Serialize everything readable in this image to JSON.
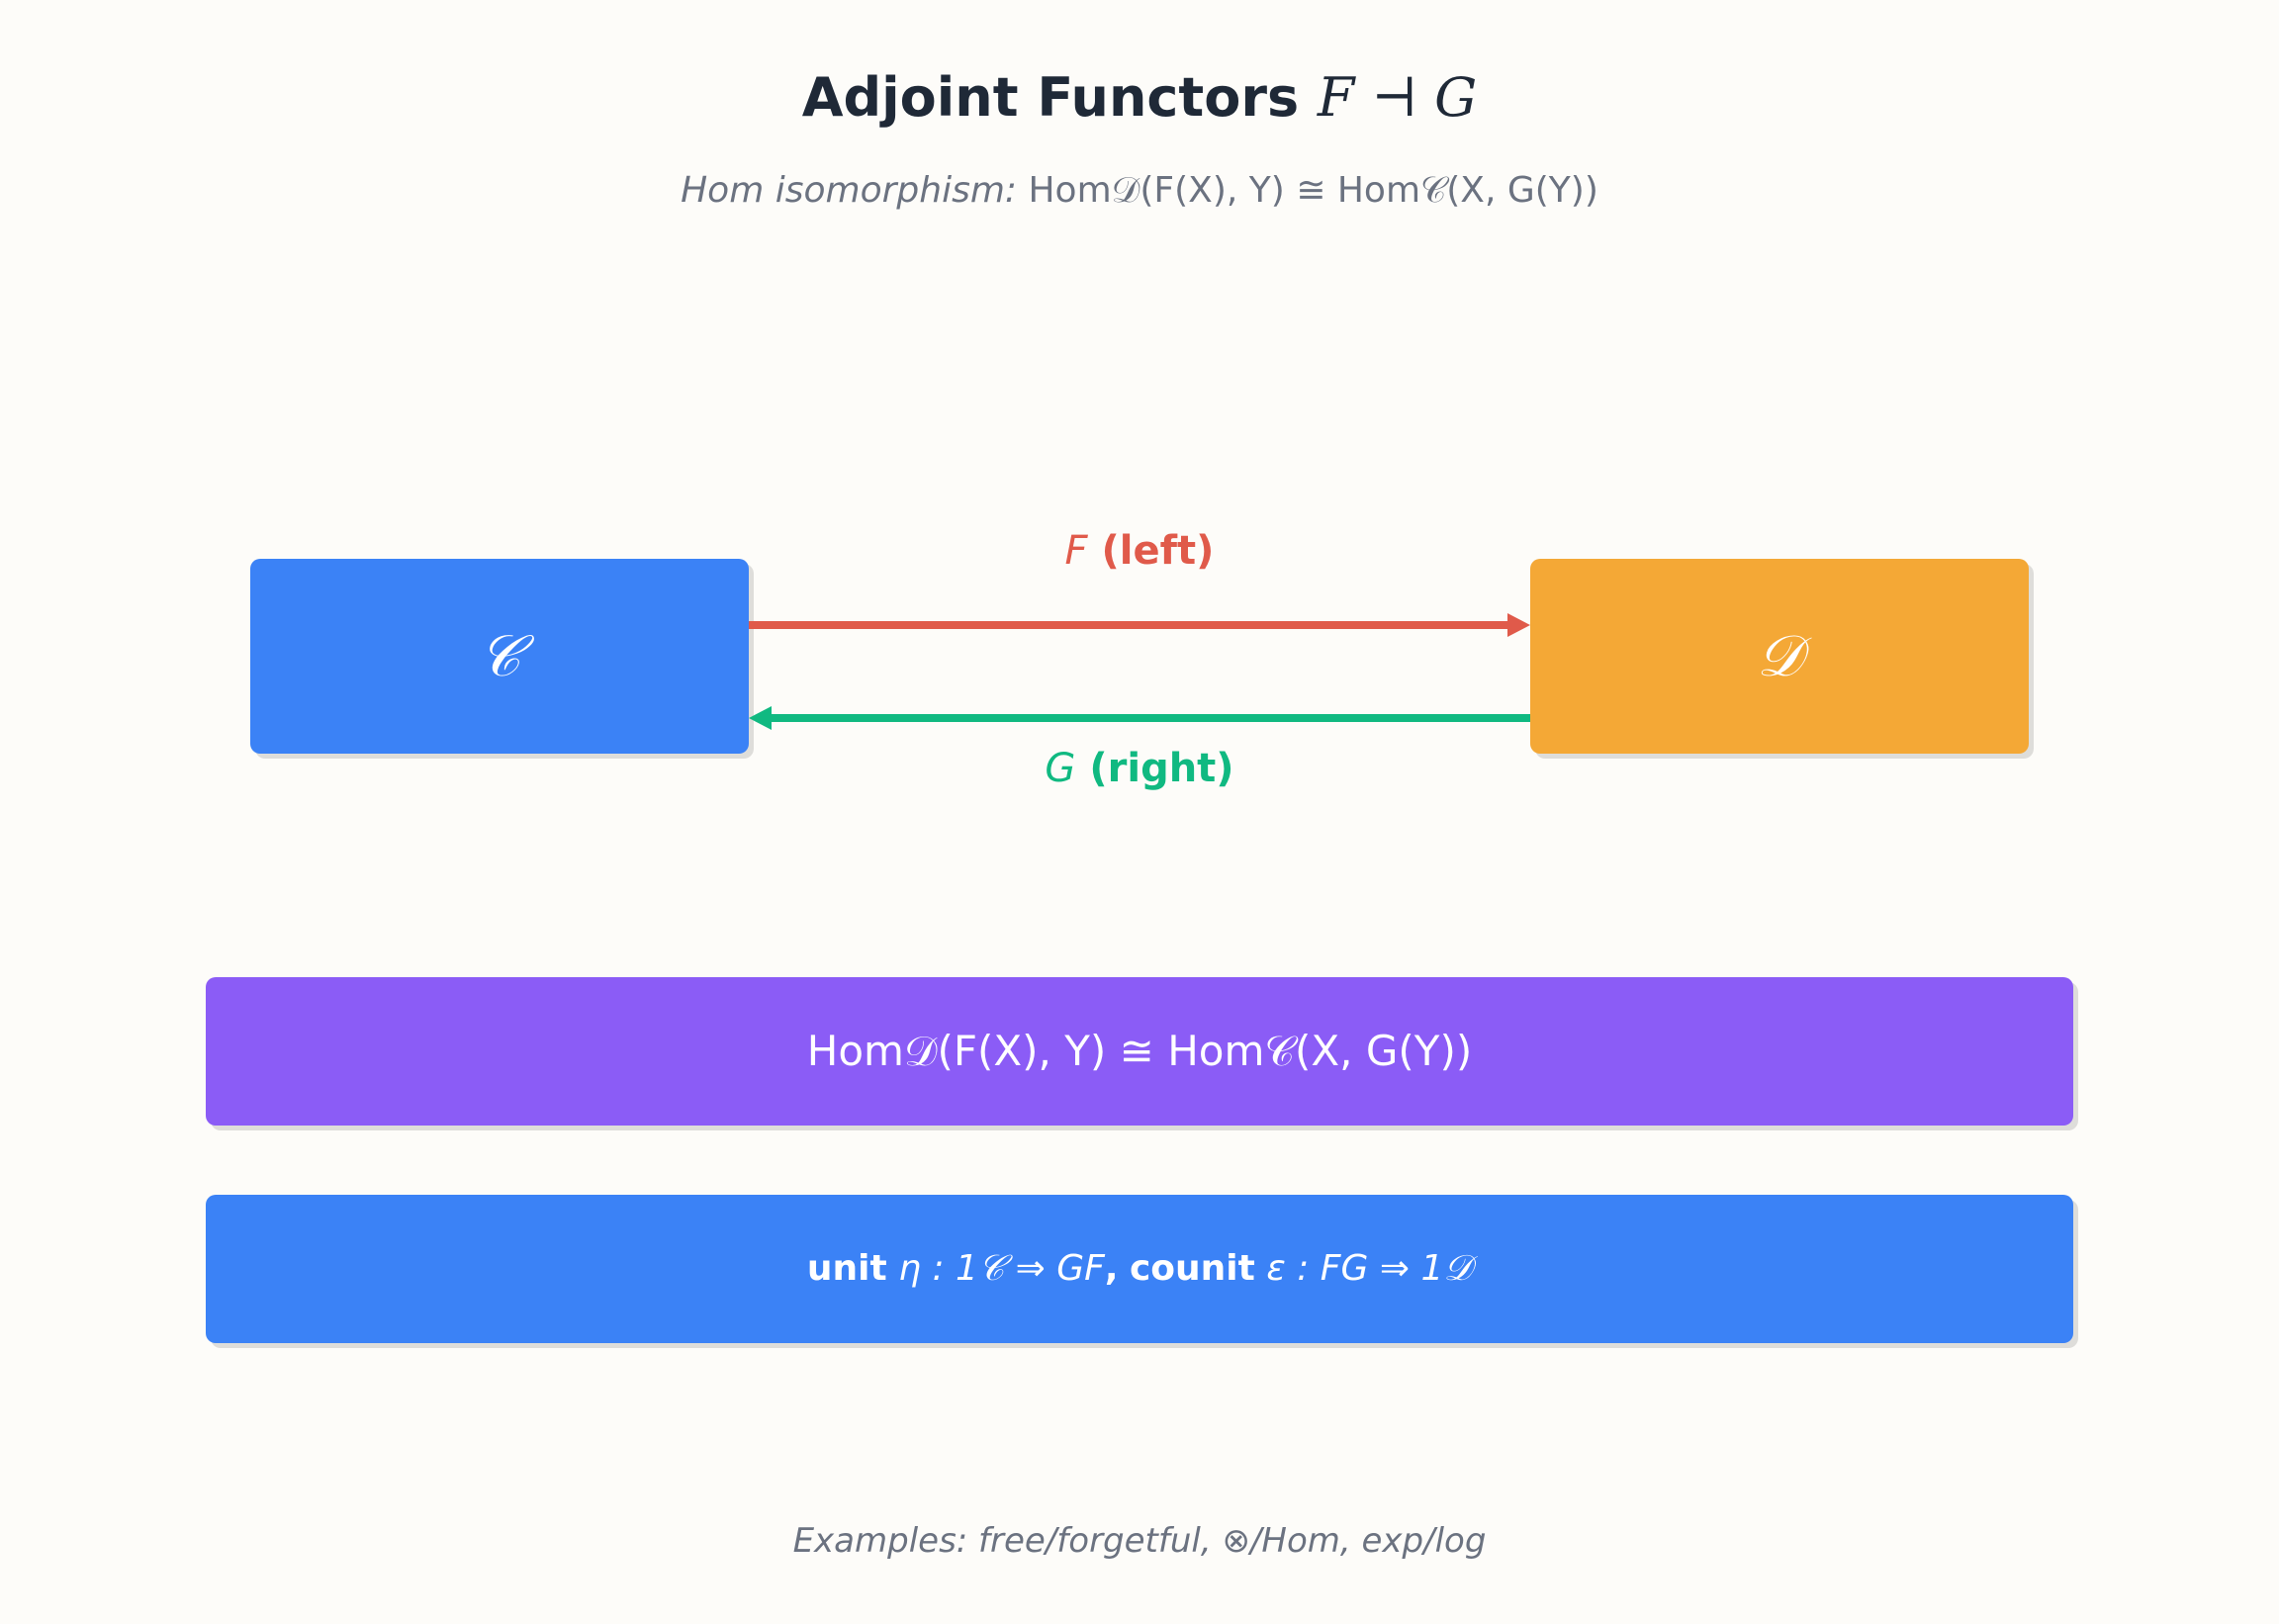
{
  "title": {
    "text": "Adjoint Functors",
    "symbol": "F ⊣ G"
  },
  "subtitle": {
    "label": "Hom isomorphism:",
    "formula": "Hom𝒟(F(X), Y) ≅ Hom𝒞(X, G(Y))"
  },
  "categories": {
    "left": "𝒞",
    "right": "𝒟"
  },
  "arrows": {
    "F": {
      "symbol": "F",
      "label": "(left)",
      "color": "#e05a4a"
    },
    "G": {
      "symbol": "G",
      "label": "(right)",
      "color": "#10b981"
    }
  },
  "hom_bar": {
    "text": "Hom𝒟(F(X), Y) ≅ Hom𝒞(X, G(Y))"
  },
  "unit_bar": {
    "unit_word": "unit",
    "unit_formula": "η : 1𝒞 ⇒ GF",
    "sep": ",",
    "counit_word": "counit",
    "counit_formula": "ε : FG ⇒ 1𝒟"
  },
  "footer": {
    "text": "Examples: free/forgetful, ⊗/Hom, exp/log"
  },
  "colors": {
    "blue": "#3b82f6",
    "orange": "#f4a836",
    "purple": "#8b5cf6",
    "red": "#e05a4a",
    "green": "#10b981"
  }
}
